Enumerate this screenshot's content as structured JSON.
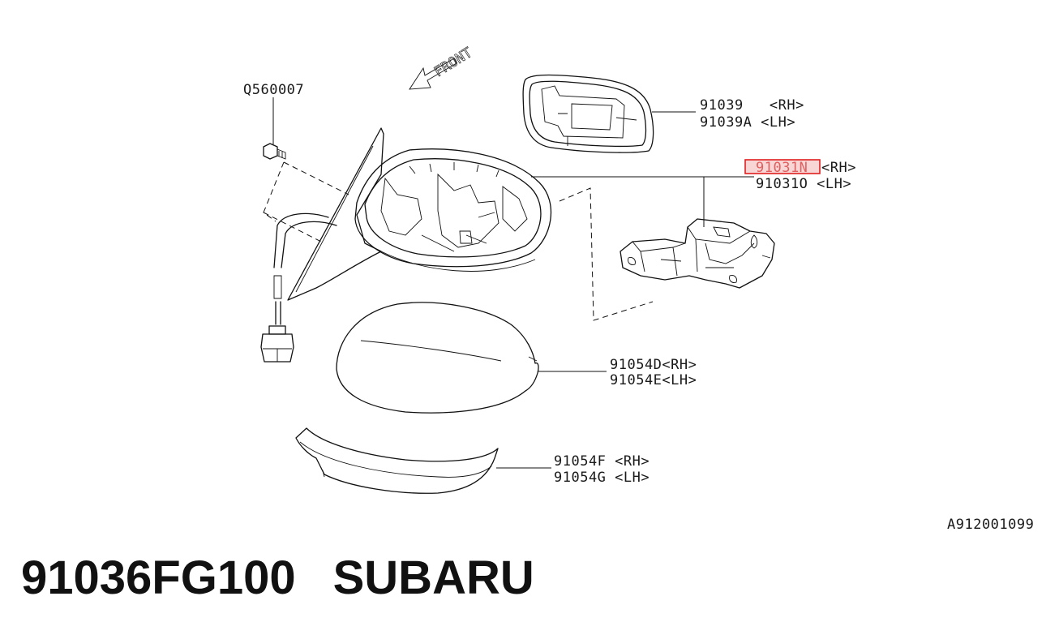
{
  "diagram": {
    "front_label": "FRONT",
    "code": "A912001099",
    "callouts": {
      "bolt": "Q560007",
      "glass_rh": "91039   <RH>",
      "glass_lh": "91039A <LH>",
      "body_rh_num": "91031N",
      "body_rh_side": "<RH>",
      "body_lh": "91031O <LH>",
      "cover_rh": "91054D<RH>",
      "cover_lh": "91054E<LH>",
      "garnish_rh": "91054F <RH>",
      "garnish_lh": "91054G <LH>"
    },
    "highlight_color": "#e02020"
  },
  "title": {
    "part_number": "91036FG100",
    "brand": "SUBARU"
  }
}
